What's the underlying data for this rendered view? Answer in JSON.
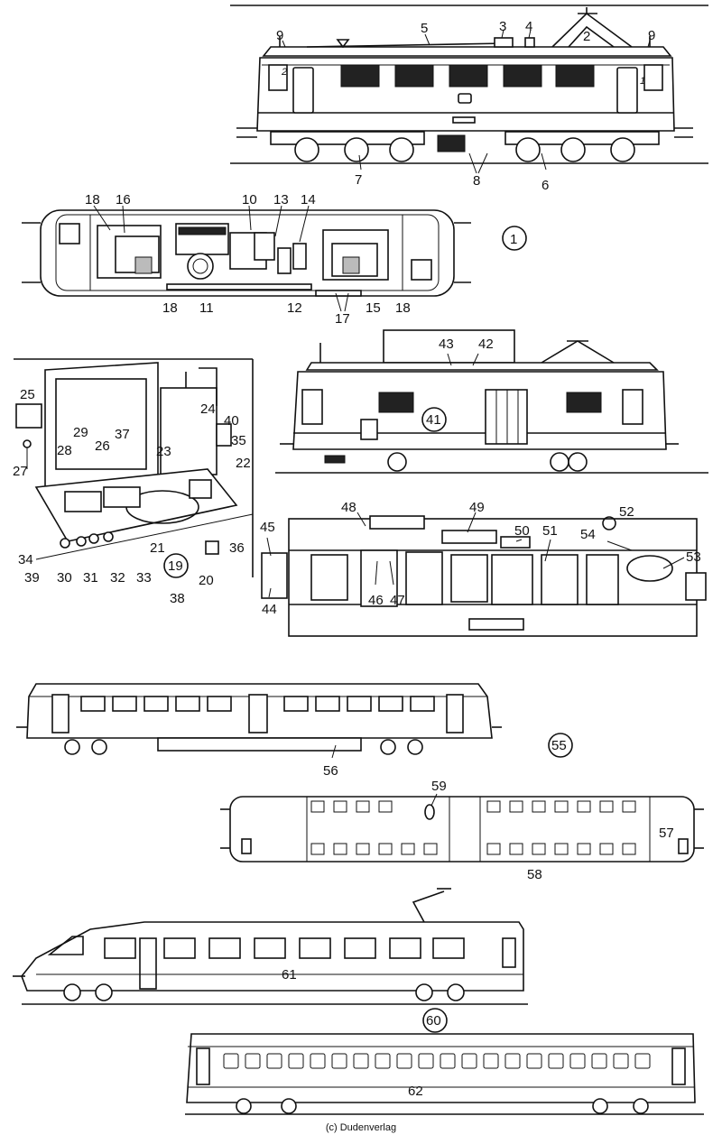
{
  "labels": {
    "n1": "1",
    "n2": "2",
    "n3": "3",
    "n4": "4",
    "n5": "5",
    "n6": "6",
    "n7": "7",
    "n8": "8",
    "n9": "9",
    "n10": "10",
    "n11": "11",
    "n12": "12",
    "n13": "13",
    "n14": "14",
    "n15": "15",
    "n16": "16",
    "n17": "17",
    "n18": "18",
    "n19": "19",
    "n20": "20",
    "n21": "21",
    "n22": "22",
    "n23": "23",
    "n24": "24",
    "n25": "25",
    "n26": "26",
    "n27": "27",
    "n28": "28",
    "n29": "29",
    "n30": "30",
    "n31": "31",
    "n32": "32",
    "n33": "33",
    "n34": "34",
    "n35": "35",
    "n36": "36",
    "n37": "37",
    "n38": "38",
    "n39": "39",
    "n40": "40",
    "n41": "41",
    "n42": "42",
    "n43": "43",
    "n44": "44",
    "n45": "45",
    "n46": "46",
    "n47": "47",
    "n48": "48",
    "n49": "49",
    "n50": "50",
    "n51": "51",
    "n52": "52",
    "n53": "53",
    "n54": "54",
    "n55": "55",
    "n56": "56",
    "n57": "57",
    "n58": "58",
    "n59": "59",
    "n60": "60",
    "n61": "61",
    "n62": "62",
    "cab_end_2": "2",
    "cab_end_1": "1"
  },
  "credit": "(c) Dudenverlag"
}
